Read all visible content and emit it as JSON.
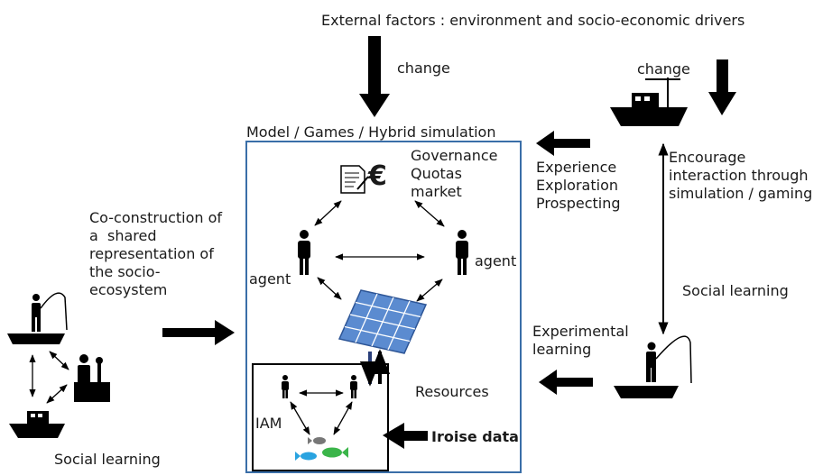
{
  "external_factors": "External factors : environment and socio-economic drivers",
  "change_left": "change",
  "change_right": "change",
  "model_title": "Model / Games / Hybrid simulation",
  "governance": "Governance\nQuotas\nmarket",
  "agent_left": "agent",
  "agent_right": "agent",
  "experience": "Experience\nExploration\nProspecting",
  "encourage": "Encourage\ninteraction through\nsimulation / gaming",
  "coconstruction": "Co-construction of\na  shared\nrepresentation of\nthe socio-\necosystem",
  "social_learning_right": "Social learning",
  "social_learning_left": "Social learning",
  "experimental": "Experimental\nlearning",
  "resources": "Resources",
  "iam": "IAM",
  "iroise_data": "Iroise data",
  "euro_symbol": "€",
  "colors": {
    "frame_blue": "#3a6ea8",
    "grid_fill": "#5b8bd0",
    "grid_line": "#ffffff",
    "arrow": "#000000",
    "fish_blue": "#29a3e0",
    "fish_green": "#3bb54a"
  }
}
